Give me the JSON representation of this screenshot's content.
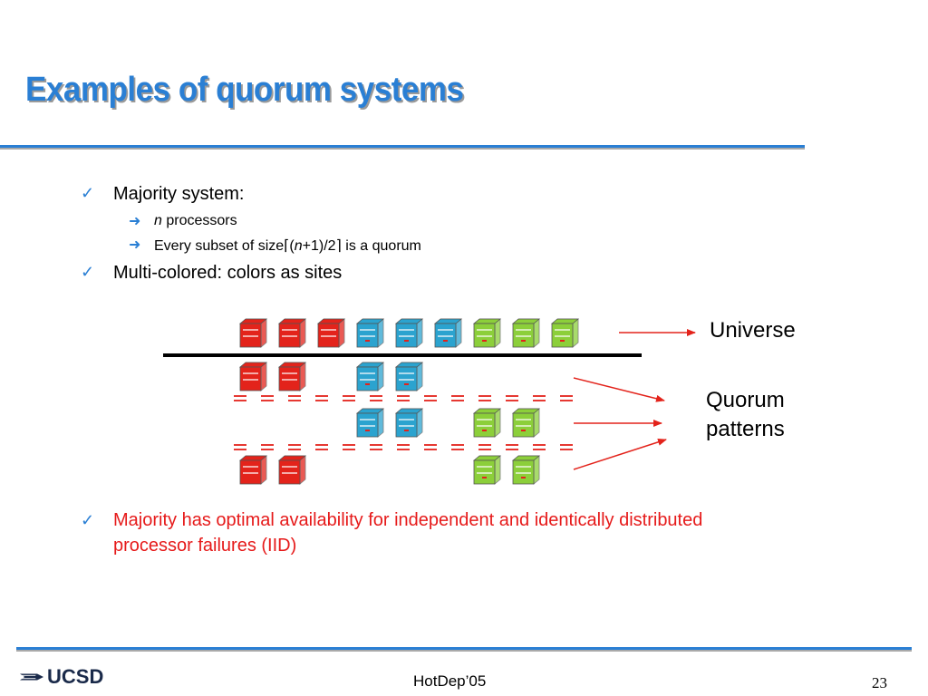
{
  "title": "Examples of quorum systems",
  "bullets": [
    {
      "text": "Majority system:",
      "subs": [
        {
          "italic": "n",
          "text": " processors"
        },
        {
          "text_before": "Every subset of size",
          "open": "⌈",
          "paren": "(",
          "italic": "n",
          "rest": "+1)/2",
          "close": "⌉",
          "text_after": " is a quorum"
        }
      ]
    },
    {
      "text": "Multi-colored: colors as sites"
    },
    {
      "text": "Majority has optimal availability for independent and identically distributed processor failures (IID)"
    }
  ],
  "labels": {
    "universe": "Universe",
    "quorum_patterns": "Quorum patterns"
  },
  "diagram": {
    "universe_servers": [
      "red",
      "red",
      "red",
      "blue",
      "blue",
      "blue",
      "green",
      "green",
      "green"
    ],
    "patterns": [
      [
        "red",
        "red",
        null,
        "blue",
        "blue",
        null,
        null,
        null,
        null
      ],
      [
        null,
        null,
        null,
        "blue",
        "blue",
        null,
        "green",
        "green",
        null
      ],
      [
        "red",
        "red",
        null,
        null,
        null,
        null,
        "green",
        "green",
        null
      ]
    ],
    "colors": {
      "red": "#e3231b",
      "blue": "#2ba3cf",
      "green": "#8ccf3a"
    }
  },
  "footer": {
    "logo_text": "UCSD",
    "center": "HotDep’05",
    "page": "23"
  }
}
